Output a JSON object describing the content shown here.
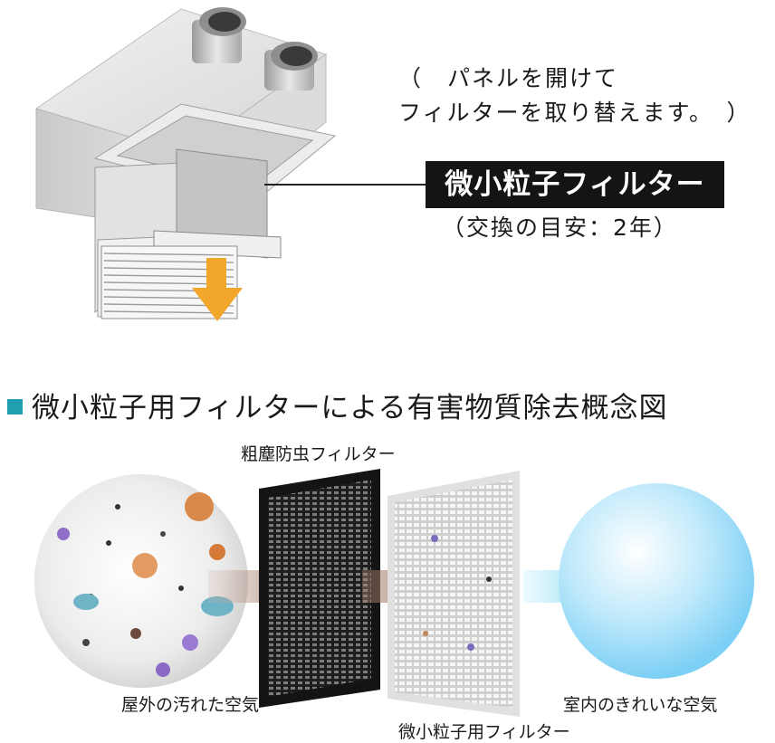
{
  "note": {
    "line1": "（　パネルを開けて",
    "line2": "フィルターを取り替えます。　）"
  },
  "filter_label": "微小粒子フィルター",
  "filter_interval": "（交換の目安：2年）",
  "heading": "微小粒子用フィルターによる有害物質除去概念図",
  "captions": {
    "coarse_filter": "粗塵防虫フィルター",
    "dirty_air": "屋外の汚れた空気",
    "fine_filter": "微小粒子用フィルター",
    "clean_air": "室内のきれいな空気"
  },
  "colors": {
    "accent_square": "#1f9fb0",
    "down_arrow": "#f2a62a",
    "brown_arrow": "#7a4a36",
    "blue_arrow": "#5fd0ef"
  }
}
